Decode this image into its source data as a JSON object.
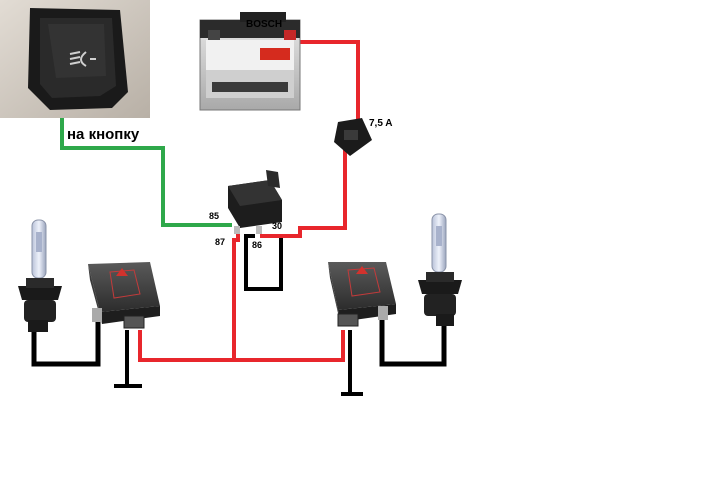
{
  "labels": {
    "button_caption": "на кнопку",
    "fuse_rating": "7,5 A",
    "pin_85": "85",
    "pin_87": "87",
    "pin_30": "30",
    "pin_86": "86"
  },
  "battery": {
    "brand": "BOSCH"
  },
  "colors": {
    "positive_wire": "#e8262c",
    "signal_wire": "#2ea84a",
    "ground_wire": "#000000",
    "ballast_body": "#444444",
    "battery_top": "#2b2b2b"
  },
  "icons": {
    "switch": "fog-light-switch-icon",
    "battery": "battery-icon",
    "fuse": "fuse-icon",
    "relay": "relay-icon",
    "ballast": "xenon-ballast-icon",
    "bulb": "xenon-bulb-icon"
  }
}
